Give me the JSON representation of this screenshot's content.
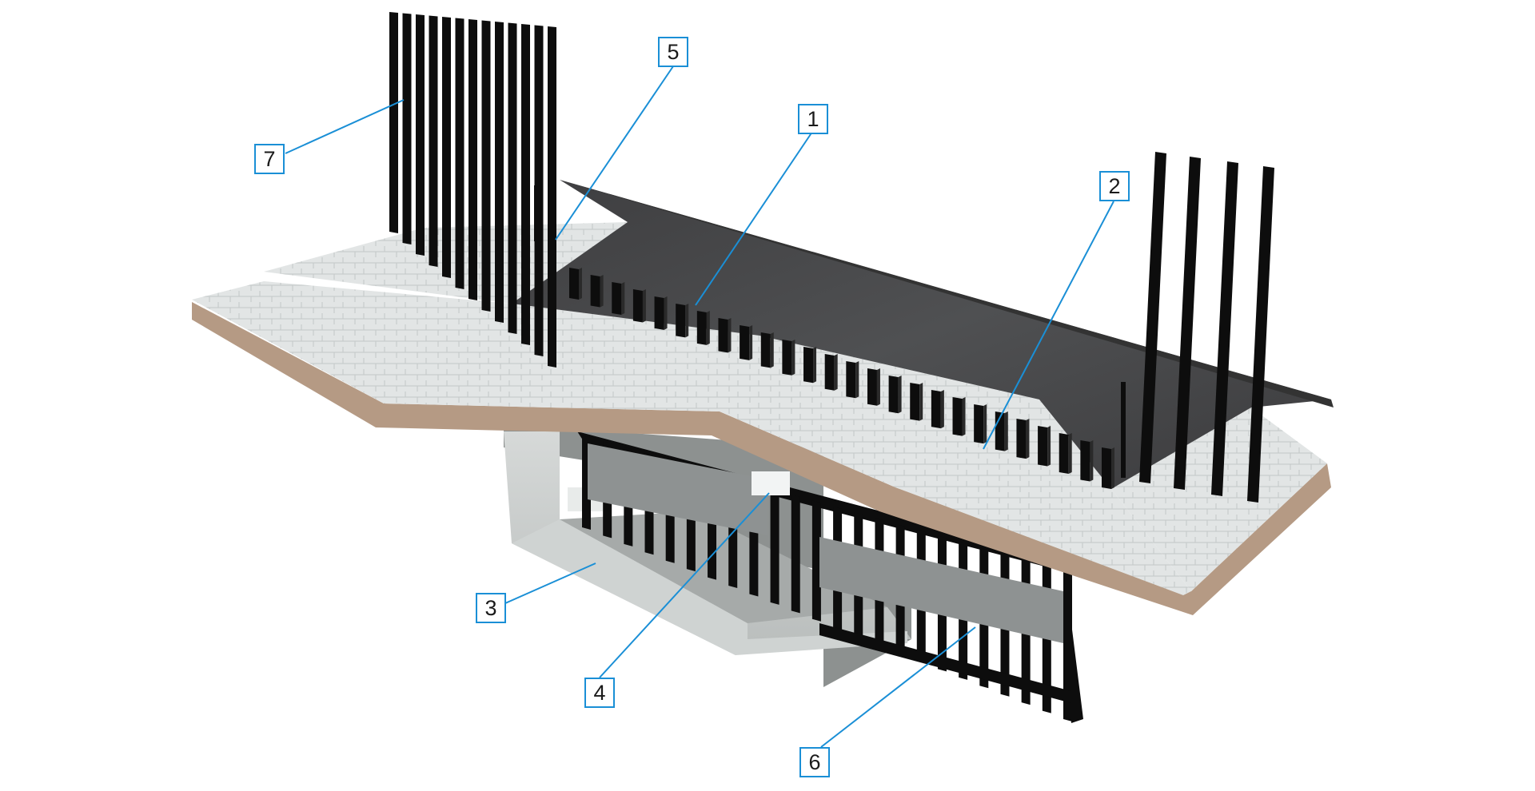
{
  "callouts": [
    {
      "id": "1",
      "label": "1"
    },
    {
      "id": "2",
      "label": "2"
    },
    {
      "id": "3",
      "label": "3"
    },
    {
      "id": "4",
      "label": "4"
    },
    {
      "id": "5",
      "label": "5"
    },
    {
      "id": "6",
      "label": "6"
    },
    {
      "id": "7",
      "label": "7"
    }
  ],
  "colors": {
    "callout_border": "#1a8fd6",
    "leader_line": "#1a8fd6",
    "bollard": "#0d0d0d",
    "asphalt": "#4a4a4c",
    "paving": "#dfe2e2",
    "concrete": "#c9cccb",
    "soil": "#b59a84"
  }
}
